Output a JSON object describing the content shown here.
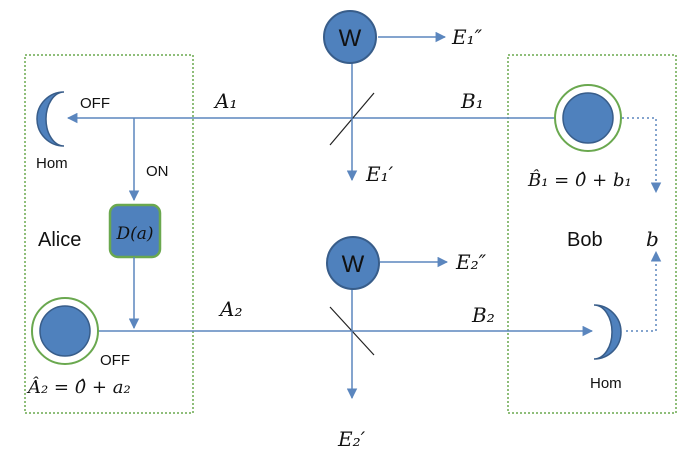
{
  "alice": {
    "name": "Alice",
    "hom_label": "Hom",
    "off_top": "OFF",
    "on_label": "ON",
    "operator": "D(a)",
    "off_bottom": "OFF",
    "a2_equation": "Â₂ = 0̂ + a₂"
  },
  "bob": {
    "name": "Bob",
    "b1_equation": "B̂₁ = 0̂ + b₁",
    "b_label": "b",
    "hom_label": "Hom"
  },
  "channel1": {
    "a_label": "A₁",
    "b_label": "B₁",
    "w_label": "W",
    "e_double": "E₁″",
    "e_single": "E₁′"
  },
  "channel2": {
    "a_label": "A₂",
    "b_label": "B₂",
    "w_label": "W",
    "e_double": "E₂″",
    "e_single": "E₂′"
  },
  "colors": {
    "beam": "#5b86be",
    "node_fill": "#4f81bd",
    "node_stroke": "#385d8a",
    "source_ring": "#6aa84f",
    "box_dotted": "#6aa84f",
    "operator_fill": "#4f81bd",
    "operator_border": "#6aa84f"
  }
}
